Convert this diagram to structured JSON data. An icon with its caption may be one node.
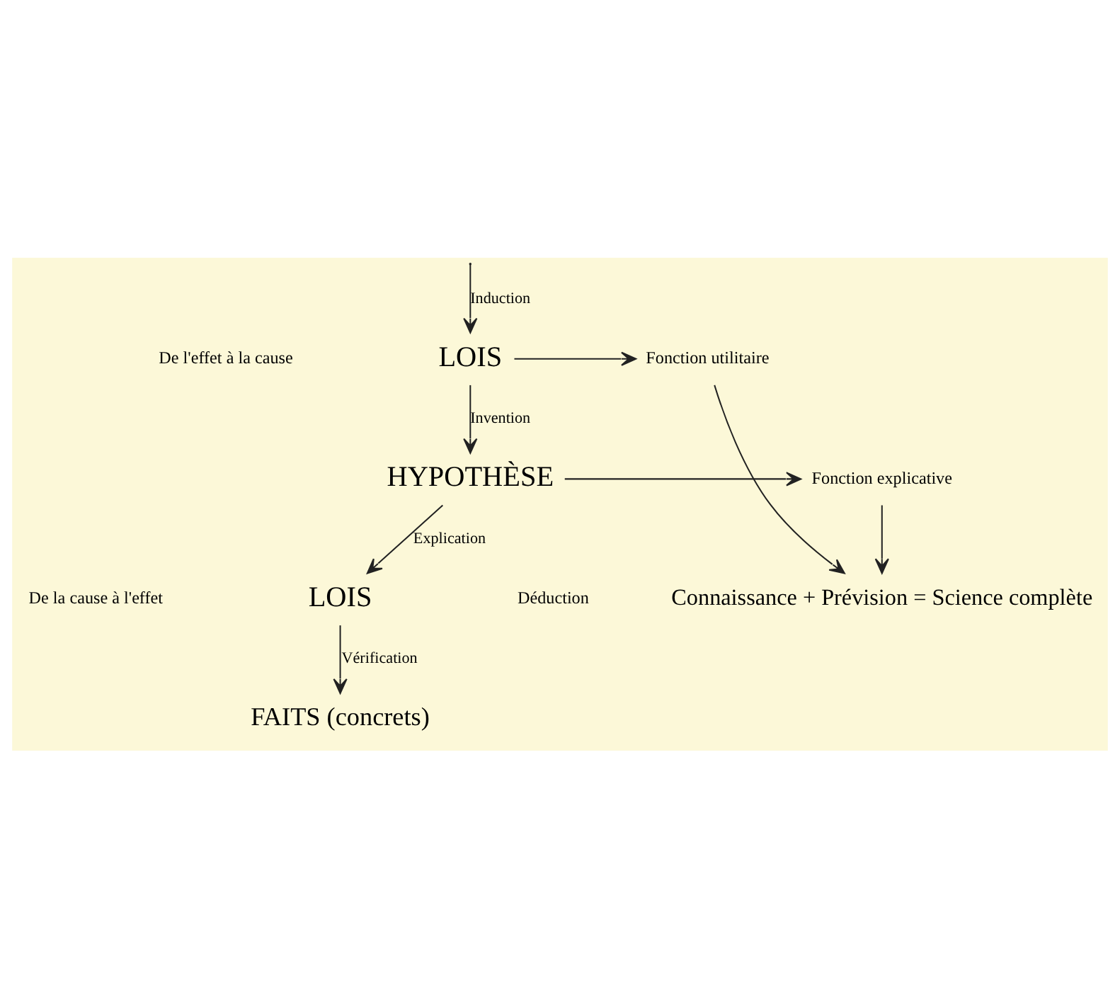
{
  "diagram": {
    "nodes": [
      {
        "text": [
          "LOIS"
        ]
      },
      {
        "text": [
          "HYPOTHÈSE"
        ]
      },
      {
        "text": [
          "LOIS"
        ]
      },
      {
        "text": [
          "FAITS (concrets)"
        ]
      },
      {
        "text": [
          "Fonction utilitaire"
        ]
      },
      {
        "text": [
          "Fonction explicative"
        ]
      },
      {
        "text": [
          "Connaissance + Prévision = Science complète"
        ]
      }
    ],
    "edges": [
      {
        "from": null,
        "to": 0,
        "arrow": "to",
        "label": "Induction"
      },
      {
        "from": 0,
        "to": 1,
        "arrow": "to",
        "label": "Invention"
      },
      {
        "from": 1,
        "to": 2,
        "arrow": "to",
        "label": "Explication"
      },
      {
        "from": 2,
        "to": 3,
        "arrow": "to",
        "label": "Vérification"
      },
      {
        "from": 0,
        "to": 4,
        "arrow": "to"
      },
      {
        "from": 1,
        "to": 5,
        "arrow": "to"
      },
      {
        "from": 4,
        "to": 6,
        "arrow": "to"
      },
      {
        "from": 5,
        "to": 6,
        "arrow": "to"
      }
    ],
    "labels": [
      "De l'effet à la cause",
      "De la cause à l'effet",
      "Déduction"
    ]
  }
}
